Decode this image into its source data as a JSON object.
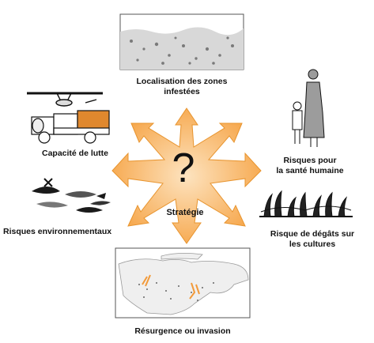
{
  "center": {
    "symbol": "?",
    "label": "Stratégie"
  },
  "factors": {
    "top": {
      "line1": "Localisation des zones",
      "line2": "infestées"
    },
    "upper_left": {
      "line1": "Capacité de lutte"
    },
    "lower_left": {
      "line1": "Risques environnementaux"
    },
    "upper_right": {
      "line1": "Risques pour",
      "line2": "la santé humaine"
    },
    "lower_right": {
      "line1": "Risque de dégâts sur",
      "line2": "les cultures"
    },
    "bottom": {
      "line1": "Résurgence ou invasion"
    }
  },
  "colors": {
    "star": "#f7b25c",
    "star_edge": "#e8942e",
    "map_accent": "#f29a3a"
  }
}
